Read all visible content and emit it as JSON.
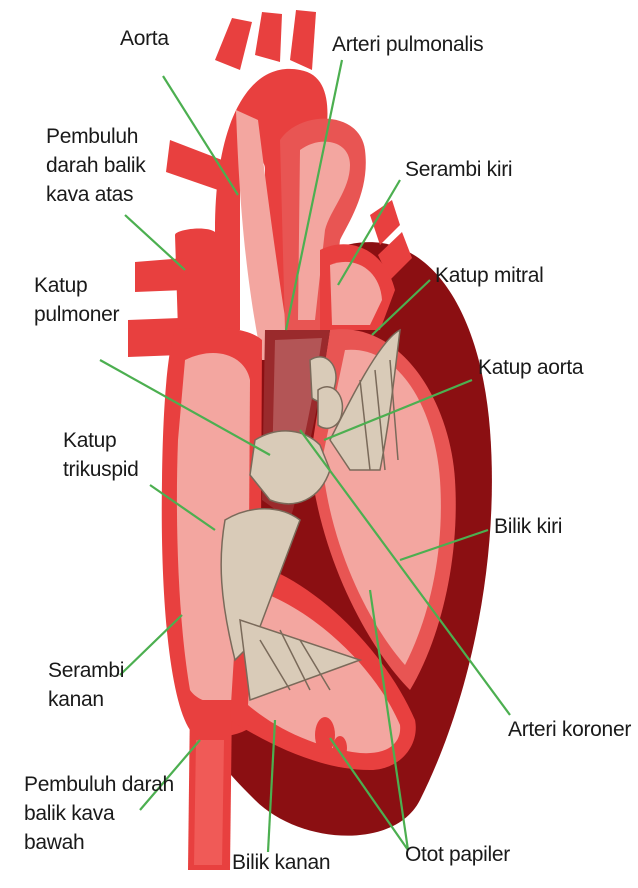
{
  "labels": {
    "aorta": "Aorta",
    "arteri_pulmonalis": "Arteri pulmonalis",
    "pembuluh_atas": [
      "Pembuluh",
      "darah balik",
      "kava atas"
    ],
    "serambi_kiri": "Serambi kiri",
    "katup_mitral": "Katup mitral",
    "katup_pulmoner": [
      "Katup",
      "pulmoner"
    ],
    "katup_aorta": "Katup aorta",
    "katup_trikuspid": [
      "Katup",
      "trikuspid"
    ],
    "bilik_kiri": "Bilik kiri",
    "serambi_kanan": [
      "Serambi",
      "kanan"
    ],
    "arteri_koroner": "Arteri koroner",
    "pembuluh_bawah": [
      "Pembuluh darah",
      "balik kava",
      "bawah"
    ],
    "bilik_kanan": "Bilik kanan",
    "otot_papiler": "Otot papiler"
  },
  "colors": {
    "leader_line": "#4caf50",
    "muscle_dark": "#8b0f12",
    "muscle_red": "#e8403f",
    "chamber_pink": "#f3a6a0",
    "valve_tissue": "#d9cbb8"
  }
}
